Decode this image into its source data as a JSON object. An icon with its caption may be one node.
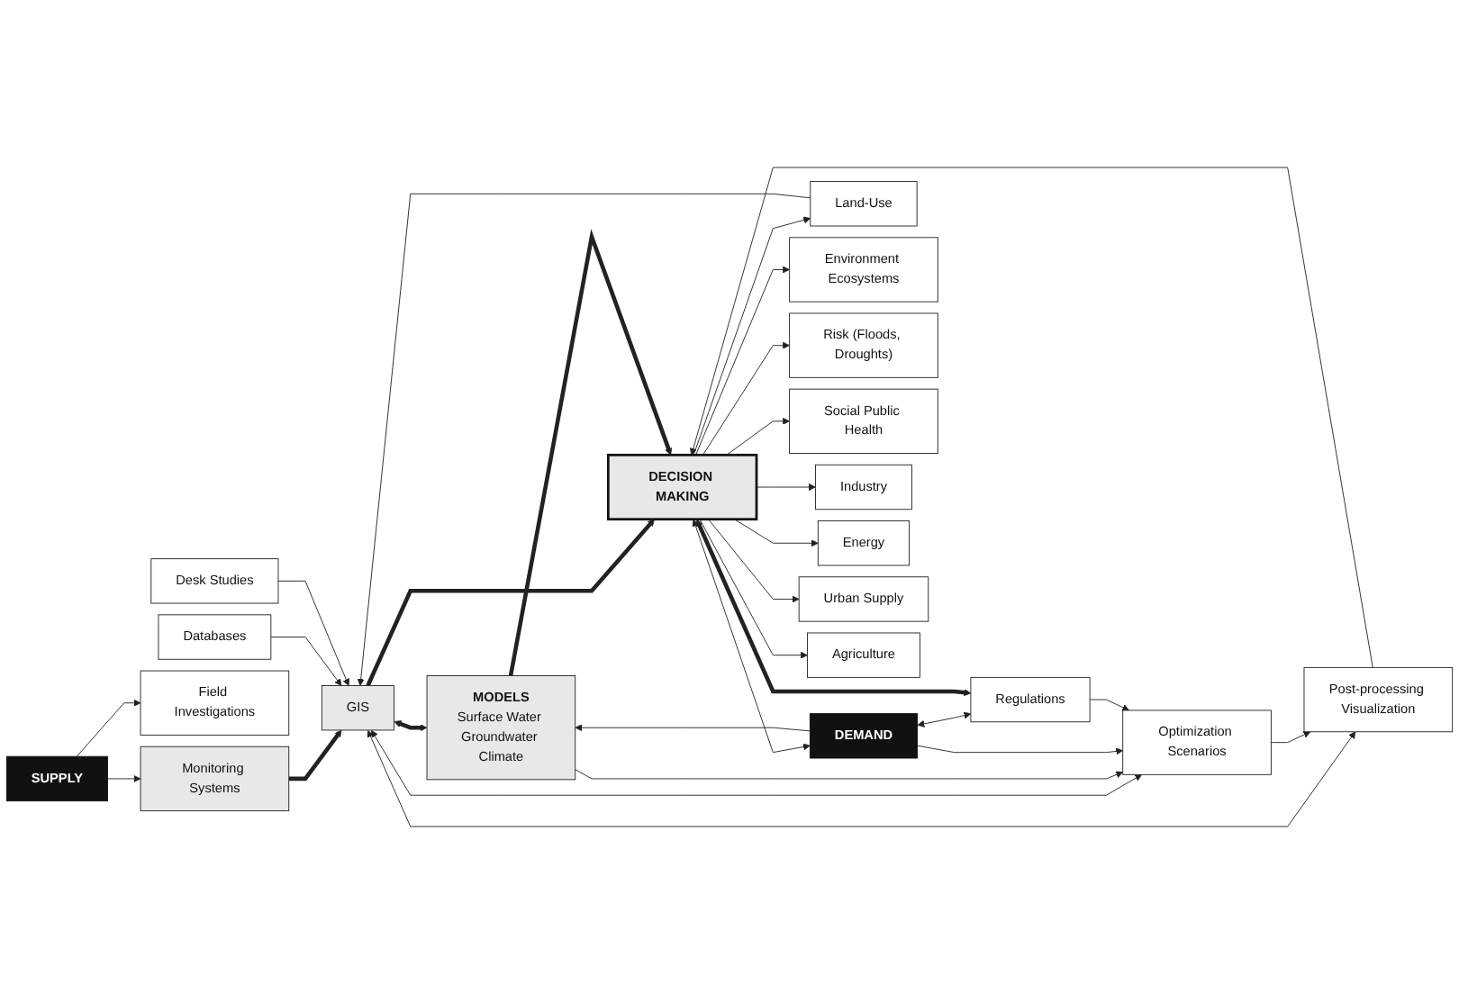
{
  "diagram": {
    "nodes": [
      {
        "text": [
          "Monitoring Systems"
        ]
      },
      {
        "text": [
          "Databases"
        ]
      },
      {
        "text": [
          "MODELS",
          "Surface Water Groundwater Climate"
        ]
      },
      {
        "text": [
          "SUPPLY"
        ]
      },
      {
        "text": [
          "GIS"
        ]
      },
      {
        "text": [
          "DEMAND"
        ]
      },
      {
        "text": [
          "Optimization Scenarios"
        ]
      },
      {
        "text": [
          "Field Investigations"
        ]
      },
      {
        "text": [
          "Regulations"
        ]
      },
      {
        "text": [
          "Desk Studies"
        ]
      },
      {
        "text": [
          "Land-Use"
        ]
      },
      {
        "text": [
          "Post-processing Visualization"
        ]
      },
      {
        "text": [
          "Environment Ecosystems"
        ]
      },
      {
        "text": [
          "Risk (Floods, Droughts)"
        ]
      },
      {
        "text": [
          "DECISION MAKING"
        ]
      },
      {
        "text": [
          "Social Public Health"
        ]
      },
      {
        "text": [
          "Industry"
        ]
      },
      {
        "text": [
          "Energy"
        ]
      },
      {
        "text": [
          "Urban Supply"
        ]
      },
      {
        "text": [
          "Agriculture"
        ]
      }
    ],
    "edges": [
      {
        "from": 3,
        "to": 0,
        "arrow": "to"
      },
      {
        "from": 3,
        "to": 7,
        "arrow": "to"
      },
      {
        "from": 0,
        "to": 4,
        "arrow": "to",
        "style": "thick"
      },
      {
        "from": 1,
        "to": 4,
        "arrow": "to"
      },
      {
        "from": 9,
        "to": 4,
        "arrow": "to"
      },
      {
        "from": 10,
        "to": 4,
        "arrow": "to"
      },
      {
        "from": 4,
        "to": 2,
        "arrow": "both",
        "style": "thick"
      },
      {
        "from": 4,
        "to": 6,
        "arrow": "both"
      },
      {
        "from": 4,
        "to": 11,
        "arrow": "both"
      },
      {
        "from": 4,
        "to": 14,
        "arrow": "to",
        "style": "thick"
      },
      {
        "from": 2,
        "to": 14,
        "arrow": "to",
        "style": "thick"
      },
      {
        "from": 2,
        "to": 6,
        "arrow": "to"
      },
      {
        "from": 5,
        "to": 2,
        "arrow": "to"
      },
      {
        "from": 5,
        "to": 6,
        "arrow": "to"
      },
      {
        "from": 5,
        "to": 8,
        "arrow": "both"
      },
      {
        "from": 8,
        "to": 6,
        "arrow": "to"
      },
      {
        "from": 6,
        "to": 11,
        "arrow": "to"
      },
      {
        "from": 11,
        "to": 14,
        "arrow": "to"
      },
      {
        "from": 14,
        "to": 5,
        "arrow": "both"
      },
      {
        "from": 14,
        "to": 8,
        "arrow": "both",
        "style": "thick"
      },
      {
        "from": 14,
        "to": 13,
        "arrow": "to"
      },
      {
        "from": 14,
        "to": 16,
        "arrow": "to"
      },
      {
        "from": 14,
        "to": 19,
        "arrow": "to"
      },
      {
        "from": 14,
        "to": 18,
        "arrow": "to"
      },
      {
        "from": 14,
        "to": 17,
        "arrow": "to"
      },
      {
        "from": 14,
        "to": 15,
        "arrow": "to"
      },
      {
        "from": 14,
        "to": 12,
        "arrow": "to"
      },
      {
        "from": 14,
        "to": 10,
        "arrow": "to"
      }
    ]
  }
}
